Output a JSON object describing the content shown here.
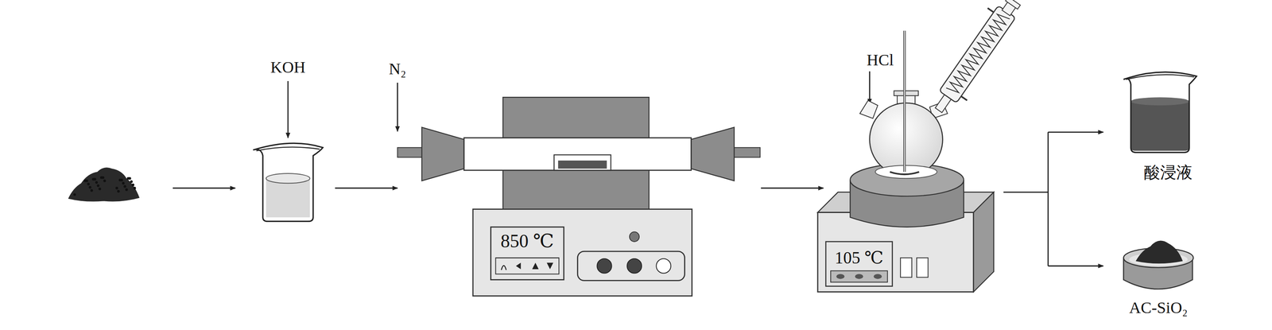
{
  "diagram": {
    "labels": [
      "KOH",
      "N₂",
      "850 ℃",
      "HCl",
      "105 ℃",
      "酸浸液",
      "AC-SiO₂"
    ]
  }
}
